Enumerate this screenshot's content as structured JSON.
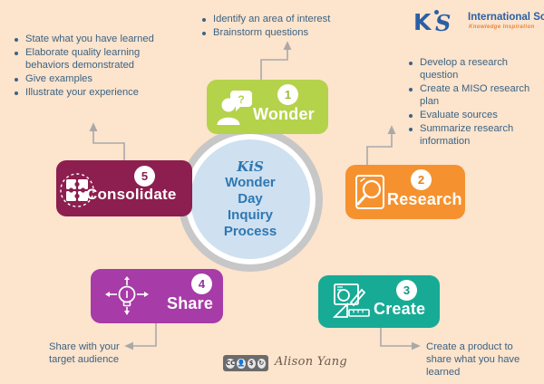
{
  "page": {
    "title": "KiS Wonder Day Inquiry Process",
    "background_color": "#fce4cd",
    "text_color": "#3c6382"
  },
  "logo": {
    "mark_k": "K",
    "mark_s": "S",
    "name": "International School",
    "tagline": "Knowledge  Inspiration",
    "brand_blue": "#2a5fa5",
    "brand_orange": "#e8833a"
  },
  "center": {
    "line1": "KiS",
    "line2": "Wonder",
    "line3": "Day",
    "line4": "Inquiry",
    "line5": "Process",
    "inner_color": "#cfe0f0",
    "ring_color": "#c7c7c7",
    "text_color": "#2d78b4"
  },
  "stages": [
    {
      "number": "1",
      "label": "Wonder",
      "color": "#b5d24b",
      "icon": "person-question-icon"
    },
    {
      "number": "2",
      "label": "Research",
      "color": "#f5922f",
      "icon": "magnifier-document-icon"
    },
    {
      "number": "3",
      "label": "Create",
      "color": "#17ab96",
      "icon": "drafting-tools-icon"
    },
    {
      "number": "4",
      "label": "Share",
      "color": "#a73ba7",
      "icon": "lightbulb-arrows-icon"
    },
    {
      "number": "5",
      "label": "Consolidate",
      "color": "#8c1f4f",
      "icon": "puzzle-pieces-icon"
    }
  ],
  "notes": {
    "wonder": [
      "Identify an area of interest",
      "Brainstorm questions"
    ],
    "research": [
      "Develop a research question",
      "Create a MISO research plan",
      "Evaluate sources",
      "Summarize research information"
    ],
    "create": "Create a product to share what you have learned",
    "share": "Share with your target audience",
    "consolidate": [
      "State what you have learned",
      "Elaborate quality learning behaviors demonstrated",
      "Give examples",
      "Illustrate your experience"
    ]
  },
  "footer": {
    "license": "CC",
    "license_terms": [
      "BY",
      "NC",
      "SA"
    ],
    "signature": "Alison Yang"
  }
}
